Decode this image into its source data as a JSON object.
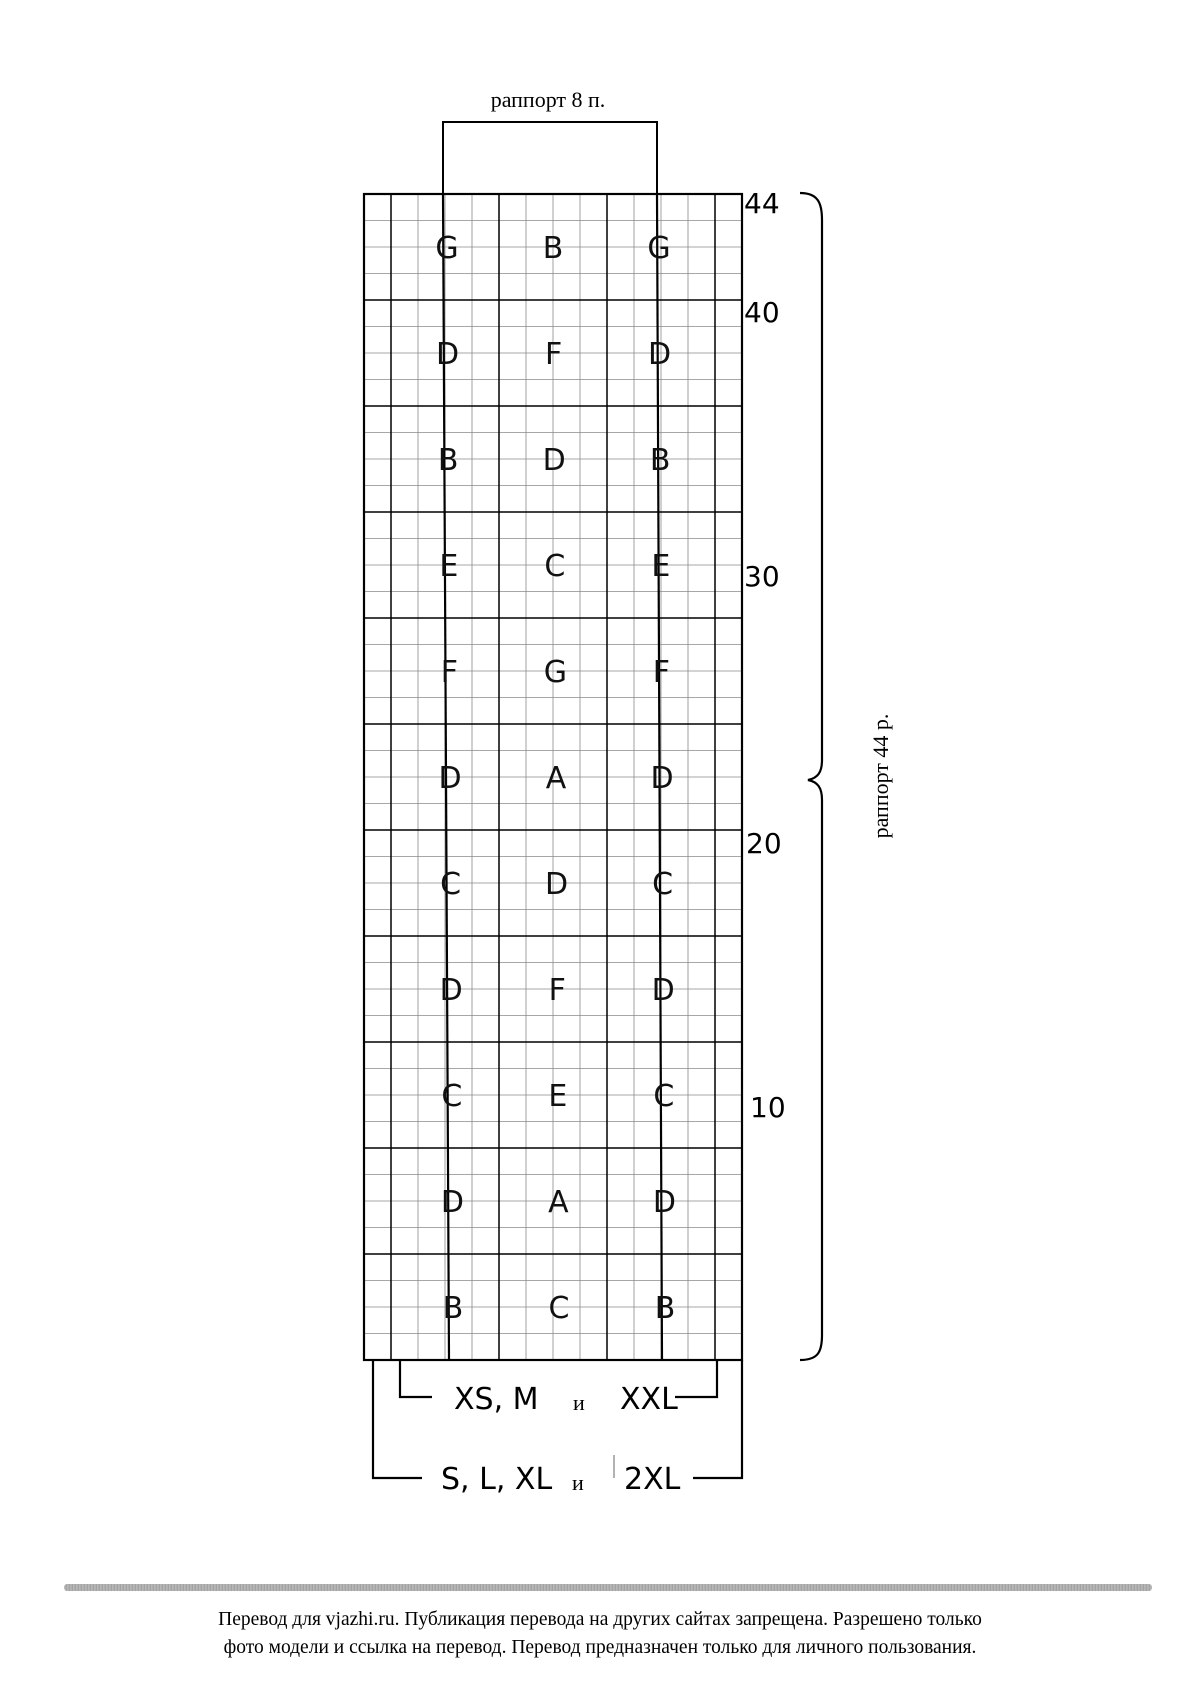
{
  "diagram": {
    "repeat_stitches_label": "раппорт 8 п.",
    "repeat_rows_label": "раппорт 44 р.",
    "row_markers": [
      "44",
      "40",
      "30",
      "20",
      "10"
    ],
    "blocks": [
      [
        "G",
        "B",
        "G"
      ],
      [
        "D",
        "F",
        "D"
      ],
      [
        "B",
        "D",
        "B"
      ],
      [
        "E",
        "C",
        "E"
      ],
      [
        "F",
        "G",
        "F"
      ],
      [
        "D",
        "A",
        "D"
      ],
      [
        "C",
        "D",
        "C"
      ],
      [
        "D",
        "F",
        "D"
      ],
      [
        "C",
        "E",
        "C"
      ],
      [
        "D",
        "A",
        "D"
      ],
      [
        "B",
        "C",
        "B"
      ]
    ],
    "size_bracket_1": {
      "sizes": "XS, M",
      "conj": "и",
      "last": "XXL"
    },
    "size_bracket_2": {
      "sizes": "S, L, XL",
      "conj": "и",
      "last": "2XL"
    }
  },
  "footer": {
    "line1": "Перевод для vjazhi.ru. Публикация перевода на других сайтах запрещена. Разрешено только",
    "line2": "фото модели и ссылка на перевод.  Перевод предназначен только для личного пользования."
  }
}
